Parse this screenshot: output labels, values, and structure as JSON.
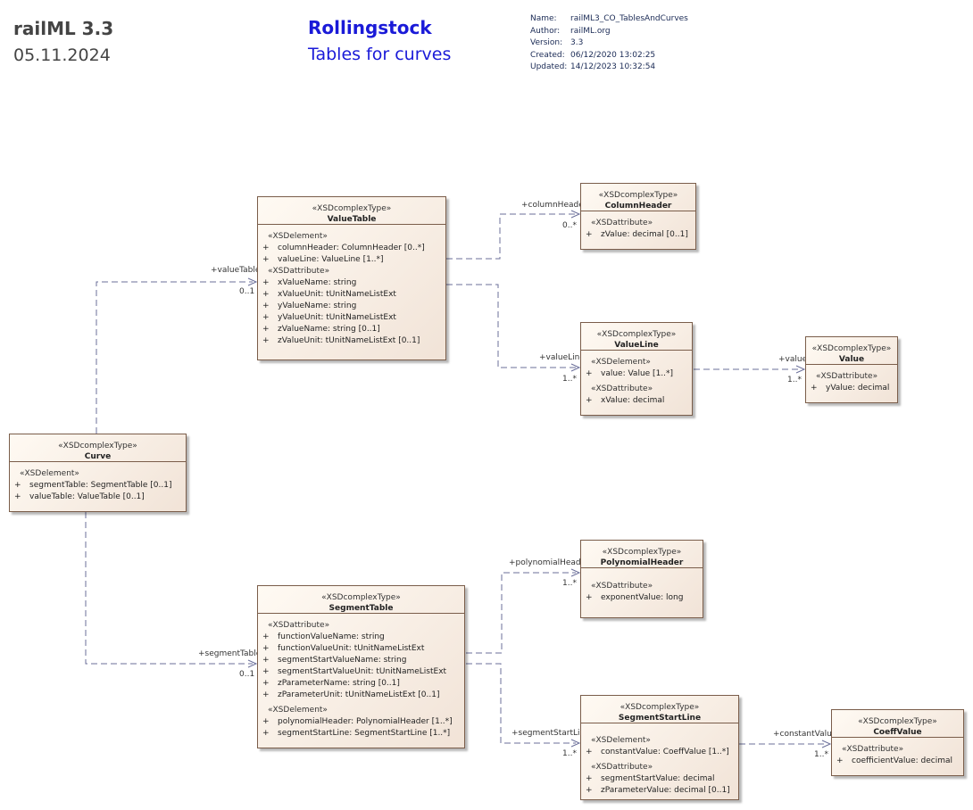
{
  "header": {
    "title": "railML 3.3",
    "date": "05.11.2024",
    "package": "Rollingstock",
    "diagram": "Tables for curves"
  },
  "meta": [
    {
      "key": "Name:",
      "value": "railML3_CO_TablesAndCurves"
    },
    {
      "key": "Author:",
      "value": "railML.org"
    },
    {
      "key": "Version:",
      "value": "3.3"
    },
    {
      "key": "Created:",
      "value": "06/12/2020 13:02:25"
    },
    {
      "key": "Updated:",
      "value": "14/12/2023 10:32:54"
    }
  ],
  "classes": {
    "valueTable": {
      "stereotype": "«XSDcomplexType»",
      "name": "ValueTable",
      "sections": [
        {
          "label": "«XSDelement»",
          "attrs": [
            {
              "vis": "+",
              "text": "columnHeader: ColumnHeader [0..*]"
            },
            {
              "vis": "+",
              "text": "valueLine: ValueLine [1..*]"
            }
          ]
        },
        {
          "label": "«XSDattribute»",
          "attrs": [
            {
              "vis": "+",
              "text": "xValueName: string"
            },
            {
              "vis": "+",
              "text": "xValueUnit: tUnitNameListExt"
            },
            {
              "vis": "+",
              "text": "yValueName: string"
            },
            {
              "vis": "+",
              "text": "yValueUnit: tUnitNameListExt"
            },
            {
              "vis": "+",
              "text": "zValueName: string [0..1]"
            },
            {
              "vis": "+",
              "text": "zValueUnit: tUnitNameListExt [0..1]"
            }
          ]
        }
      ]
    },
    "columnHeader": {
      "stereotype": "«XSDcomplexType»",
      "name": "ColumnHeader",
      "sections": [
        {
          "label": "«XSDattribute»",
          "attrs": [
            {
              "vis": "+",
              "text": "zValue: decimal [0..1]"
            }
          ]
        }
      ]
    },
    "valueLine": {
      "stereotype": "«XSDcomplexType»",
      "name": "ValueLine",
      "sections": [
        {
          "label": "«XSDelement»",
          "attrs": [
            {
              "vis": "+",
              "text": "value: Value [1..*]"
            }
          ]
        },
        {
          "label": "«XSDattribute»",
          "attrs": [
            {
              "vis": "+",
              "text": "xValue: decimal"
            }
          ]
        }
      ]
    },
    "value": {
      "stereotype": "«XSDcomplexType»",
      "name": "Value",
      "sections": [
        {
          "label": "«XSDattribute»",
          "attrs": [
            {
              "vis": "+",
              "text": "yValue: decimal"
            }
          ]
        }
      ]
    },
    "curve": {
      "stereotype": "«XSDcomplexType»",
      "name": "Curve",
      "sections": [
        {
          "label": "«XSDelement»",
          "attrs": [
            {
              "vis": "+",
              "text": "segmentTable: SegmentTable [0..1]"
            },
            {
              "vis": "+",
              "text": "valueTable: ValueTable [0..1]"
            }
          ]
        }
      ]
    },
    "segmentTable": {
      "stereotype": "«XSDcomplexType»",
      "name": "SegmentTable",
      "sections": [
        {
          "label": "«XSDattribute»",
          "attrs": [
            {
              "vis": "+",
              "text": "functionValueName: string"
            },
            {
              "vis": "+",
              "text": "functionValueUnit: tUnitNameListExt"
            },
            {
              "vis": "+",
              "text": "segmentStartValueName: string"
            },
            {
              "vis": "+",
              "text": "segmentStartValueUnit: tUnitNameListExt"
            },
            {
              "vis": "+",
              "text": "zParameterName: string [0..1]"
            },
            {
              "vis": "+",
              "text": "zParameterUnit: tUnitNameListExt [0..1]"
            }
          ]
        },
        {
          "label": "«XSDelement»",
          "attrs": [
            {
              "vis": "+",
              "text": "polynomialHeader: PolynomialHeader [1..*]"
            },
            {
              "vis": "+",
              "text": "segmentStartLine: SegmentStartLine [1..*]"
            }
          ]
        }
      ]
    },
    "polynomialHeader": {
      "stereotype": "«XSDcomplexType»",
      "name": "PolynomialHeader",
      "sections": [
        {
          "label": "«XSDattribute»",
          "attrs": [
            {
              "vis": "+",
              "text": "exponentValue: long"
            }
          ]
        }
      ]
    },
    "segmentStartLine": {
      "stereotype": "«XSDcomplexType»",
      "name": "SegmentStartLine",
      "sections": [
        {
          "label": "«XSDelement»",
          "attrs": [
            {
              "vis": "+",
              "text": "constantValue: CoeffValue [1..*]"
            }
          ]
        },
        {
          "label": "«XSDattribute»",
          "attrs": [
            {
              "vis": "+",
              "text": "segmentStartValue: decimal"
            },
            {
              "vis": "+",
              "text": "zParameterValue: decimal [0..1]"
            }
          ]
        }
      ]
    },
    "coeffValue": {
      "stereotype": "«XSDcomplexType»",
      "name": "CoeffValue",
      "sections": [
        {
          "label": "«XSDattribute»",
          "attrs": [
            {
              "vis": "+",
              "text": "coefficientValue: decimal"
            }
          ]
        }
      ]
    }
  },
  "links": {
    "valueTable": {
      "role": "+valueTable",
      "mult": "0..1"
    },
    "columnHeader": {
      "role": "+columnHeader",
      "mult": "0..*"
    },
    "valueLine": {
      "role": "+valueLine",
      "mult": "1..*"
    },
    "value": {
      "role": "+value",
      "mult": "1..*"
    },
    "segmentTable": {
      "role": "+segmentTable",
      "mult": "0..1"
    },
    "polynomialHeader": {
      "role": "+polynomialHeader",
      "mult": "1..*"
    },
    "segmentStartLine": {
      "role": "+segmentStartLine",
      "mult": "1..*"
    },
    "constantValue": {
      "role": "+constantValue",
      "mult": "1..*"
    }
  }
}
